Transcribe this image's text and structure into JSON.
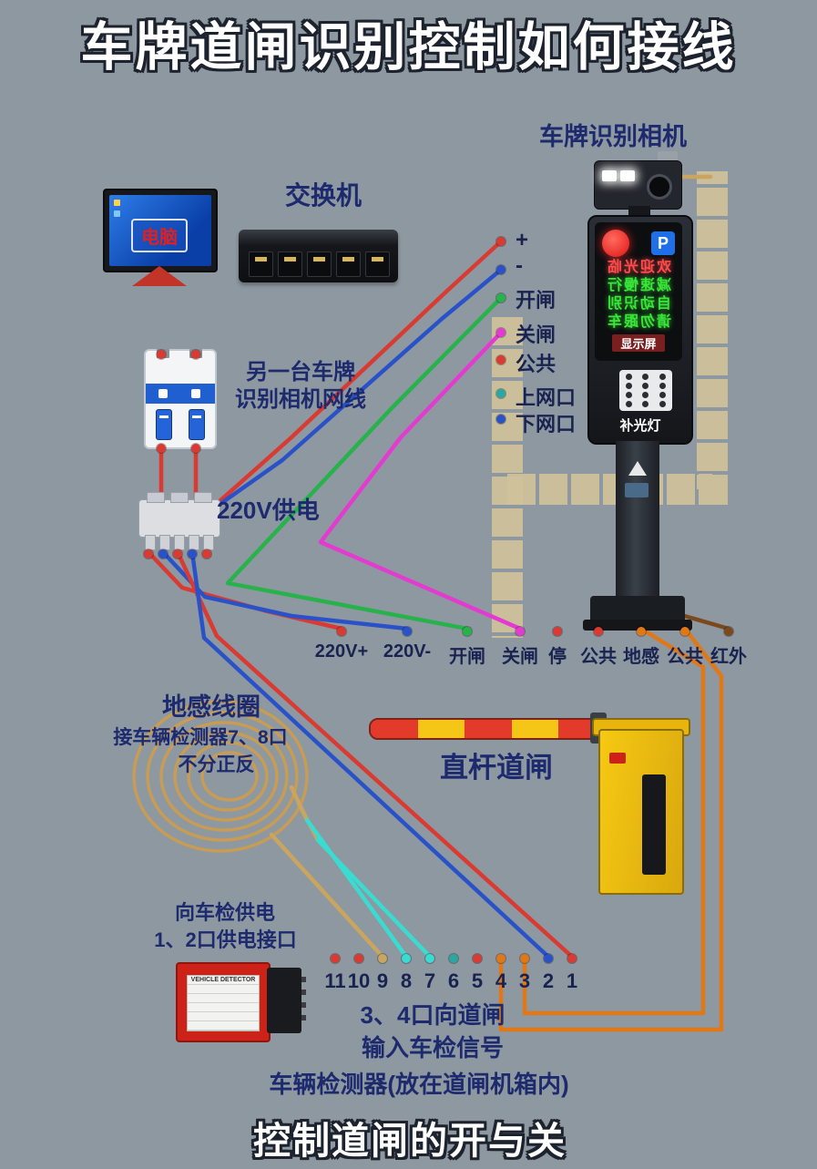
{
  "title": "车牌道闸识别控制如何接线",
  "footer": "控制道闸的开与关",
  "computer": {
    "label": "电脑"
  },
  "switch": {
    "label": "交换机"
  },
  "camera": {
    "label": "车牌识别相机",
    "p_badge": "P",
    "screen_lines": [
      "欢迎光临",
      "减速慢行",
      "自动识别",
      "请勿跟车"
    ],
    "screen_caption": "显示屏",
    "light_label": "补光灯"
  },
  "breaker": {
    "note_line1": "另一台车牌",
    "note_line2": "识别相机网线",
    "power_label": "220V供电"
  },
  "camera_terminals": [
    "+",
    "-",
    "开闸",
    "关闸",
    "公共",
    "上网口",
    "下网口"
  ],
  "gate_terminals": [
    "220V+",
    "220V-",
    "开闸",
    "关闸",
    "停",
    "公共",
    "地感",
    "公共",
    "红外"
  ],
  "coil": {
    "title": "地感线圈",
    "note1": "接车辆检测器7、8口",
    "note2": "不分正反"
  },
  "barrier": {
    "label": "直杆道闸"
  },
  "detector": {
    "device_label": "VEHICLE DETECTOR",
    "note1": "向车检供电",
    "note2": "1、2口供电接口",
    "out1": "3、4口向道闸",
    "out2": "输入车检信号",
    "caption": "车辆检测器(放在道闸机箱内)",
    "pins": [
      "11",
      "10",
      "9",
      "8",
      "7",
      "6",
      "5",
      "4",
      "3",
      "2",
      "1"
    ]
  },
  "colors": {
    "background": "#8e98a1",
    "label_navy": "#1e2a6e",
    "wire_red": "#d93a32",
    "wire_blue": "#2a52c8",
    "wire_green": "#27b24b",
    "wire_magenta": "#e33bd0",
    "wire_cyan": "#3adbd0",
    "wire_orange": "#e07818",
    "wire_brown": "#7a4a1e",
    "wire_tan": "#c9a55f",
    "duct_tan": "#cfc19a",
    "gate_yellow": "#f6c913",
    "detector_red": "#cc2218"
  }
}
